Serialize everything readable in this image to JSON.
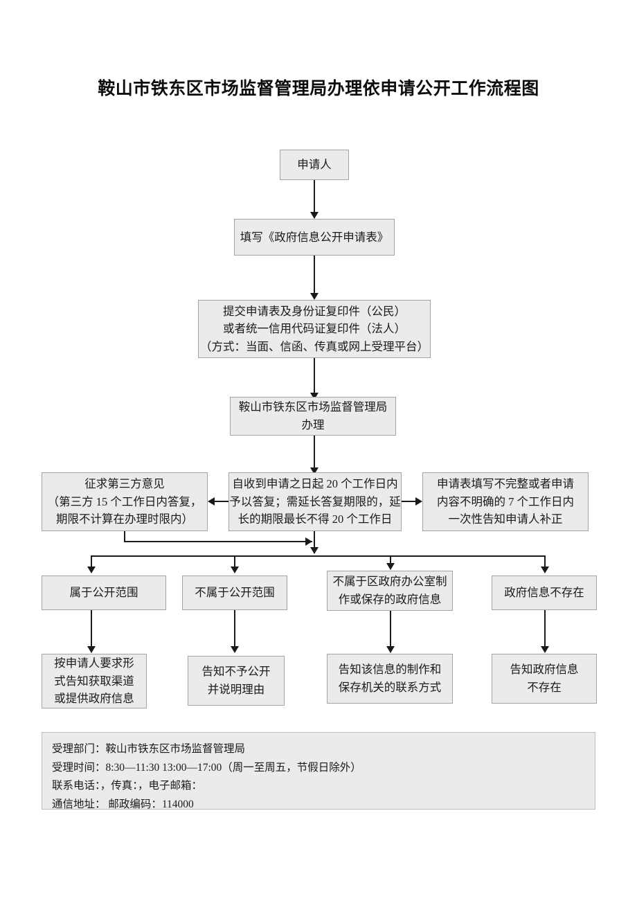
{
  "document": {
    "title": "鞍山市铁东区市场监督管理局办理依申请公开工作流程图"
  },
  "flow": {
    "applicant": {
      "line1": "申请人"
    },
    "fill_form": {
      "line1": "填写《政府信息公开申请表》"
    },
    "submit": {
      "line1": "提交申请表及身份证复印件（公民）",
      "line2": "或者统一信用代码证复印件（法人）",
      "line3": "（方式：当面、信函、传真或网上受理平台）"
    },
    "handle": {
      "line1": "鞍山市铁东区市场监督管理局",
      "line2": "办理"
    },
    "third_party": {
      "line1": "征求第三方意见",
      "line2": "（第三方 15 个工作日内答复，",
      "line3": "期限不计算在办理时限内）"
    },
    "reply_period": {
      "line1": "自收到申请之日起 20 个工作日内",
      "line2": "予以答复；需延长答复期限的，延",
      "line3": "长的期限最长不得 20 个工作日"
    },
    "incomplete": {
      "line1": "申请表填写不完整或者申请",
      "line2": "内容不明确的 7 个工作日内",
      "line3": "一次性告知申请人补正"
    },
    "outcomes": [
      {
        "line1": "属于公开范围"
      },
      {
        "line1": "不属于公开范围"
      },
      {
        "line1": "不属于区政府办公室制",
        "line2": "作或保存的政府信息"
      },
      {
        "line1": "政府信息不存在"
      }
    ],
    "results": [
      {
        "line1": "按申请人要求形",
        "line2": "式告知获取渠道",
        "line3": "或提供政府信息"
      },
      {
        "line1": "告知不予公开",
        "line2": "并说明理由"
      },
      {
        "line1": "告知该信息的制作和",
        "line2": "保存机关的联系方式"
      },
      {
        "line1": "告知政府信息",
        "line2": "不存在"
      }
    ]
  },
  "footer": {
    "line1": "受理部门：鞍山市铁东区市场监督管理局",
    "line2": "受理时间：8:30—11:30  13:00—17:00（周一至周五，节假日除外）",
    "line3": "联系电话：，传真：，电子邮箱：",
    "line4": "通信地址：  邮政编码：114000"
  },
  "colors": {
    "box_fill": "#ebebeb",
    "box_border": "#a3a3a3",
    "line": "#1a1a1a",
    "text": "#1a1a1a",
    "background": "#ffffff"
  }
}
